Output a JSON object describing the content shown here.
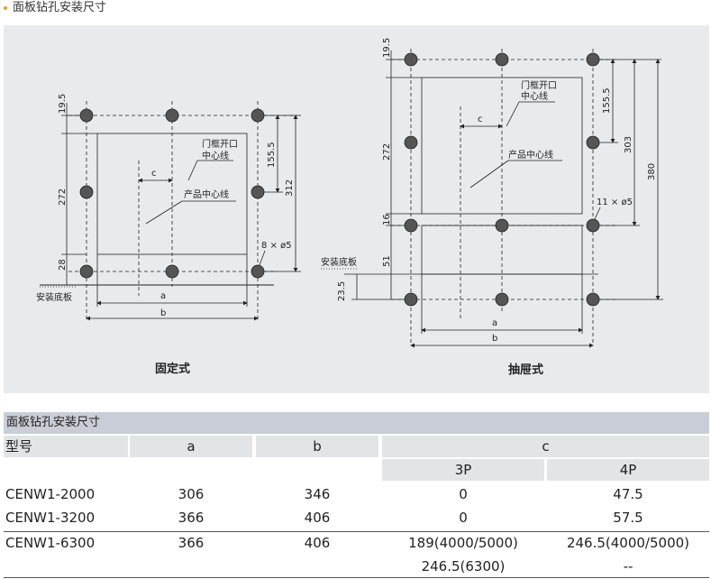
{
  "section_title": "面板钻孔安装尺寸",
  "diagram": {
    "fixed": {
      "caption": "固定式",
      "labels": {
        "door_center": [
          "门框开口",
          "中心线"
        ],
        "product_center": "产品中心线",
        "base": "安装底板",
        "holes": "8 × ø5",
        "dim_top": "19.5",
        "dim_mid": "272",
        "dim_bot": "28",
        "dim_right1": "155.5",
        "dim_right2": "312",
        "c": "c",
        "a": "a",
        "b": "b"
      }
    },
    "drawer": {
      "caption": "抽屉式",
      "labels": {
        "door_center": [
          "门框开口",
          "中心线"
        ],
        "product_center": "产品中心线",
        "base": "安装底板",
        "holes": "11 × ø5",
        "dim_top": "19.5",
        "dim_mid": "272",
        "dim_16": "16",
        "dim_51": "51",
        "dim_23": "23.5",
        "dim_155": "155.5",
        "dim_303": "303",
        "dim_380": "380",
        "c": "c",
        "a": "a",
        "b": "b"
      }
    }
  },
  "table": {
    "title": "面板钻孔安装尺寸",
    "headers": {
      "model": "型号",
      "a": "a",
      "b": "b",
      "c": "c",
      "c3": "3P",
      "c4": "4P"
    },
    "rows": [
      {
        "model": "CENW1-2000",
        "a": "306",
        "b": "346",
        "c3": "0",
        "c4": "47.5"
      },
      {
        "model": "CENW1-3200",
        "a": "366",
        "b": "406",
        "c3": "0",
        "c4": "57.5"
      },
      {
        "model": "CENW1-6300",
        "a": "366",
        "b": "406",
        "c3": "189(4000/5000)",
        "c4": "246.5(4000/5000)"
      },
      {
        "model": "",
        "a": "",
        "b": "",
        "c3": "246.5(6300)",
        "c4": "--"
      }
    ]
  }
}
